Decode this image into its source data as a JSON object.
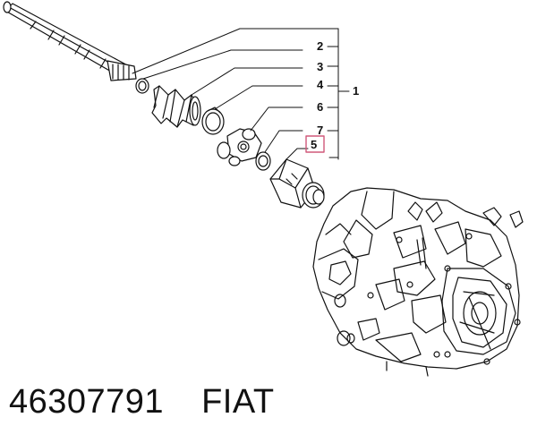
{
  "callouts": [
    {
      "id": "2",
      "label": "2"
    },
    {
      "id": "3",
      "label": "3"
    },
    {
      "id": "4",
      "label": "4"
    },
    {
      "id": "6",
      "label": "6"
    },
    {
      "id": "7",
      "label": "7"
    },
    {
      "id": "5",
      "label": "5",
      "highlighted": true
    },
    {
      "id": "1",
      "label": "1"
    }
  ],
  "caption": {
    "part_number": "46307791",
    "brand": "FIAT"
  },
  "colors": {
    "highlight": "#d0587a",
    "line": "#111111"
  }
}
